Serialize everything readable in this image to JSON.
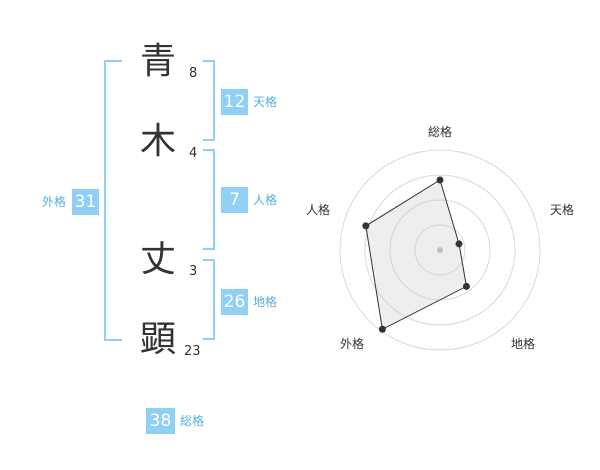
{
  "name_chars": [
    {
      "char": "青",
      "strokes": "8"
    },
    {
      "char": "木",
      "strokes": "4"
    },
    {
      "char": "丈",
      "strokes": "3"
    },
    {
      "char": "顕",
      "strokes": "23"
    }
  ],
  "fortunes": {
    "tenkaku": {
      "label": "天格",
      "value": "12"
    },
    "jinkaku": {
      "label": "人格",
      "value": "7"
    },
    "chikaku": {
      "label": "地格",
      "value": "26"
    },
    "gaikaku": {
      "label": "外格",
      "value": "31"
    },
    "soukaku": {
      "label": "総格",
      "value": "38"
    }
  },
  "radar": {
    "axes": [
      "総格",
      "天格",
      "地格",
      "外格",
      "人格"
    ],
    "scores": [
      0.7,
      0.2,
      0.45,
      0.98,
      0.78
    ],
    "rings": 4
  },
  "colors": {
    "badge": "#8fd0f4",
    "bracket": "#8fd0f4",
    "label": "#5aaee0"
  }
}
